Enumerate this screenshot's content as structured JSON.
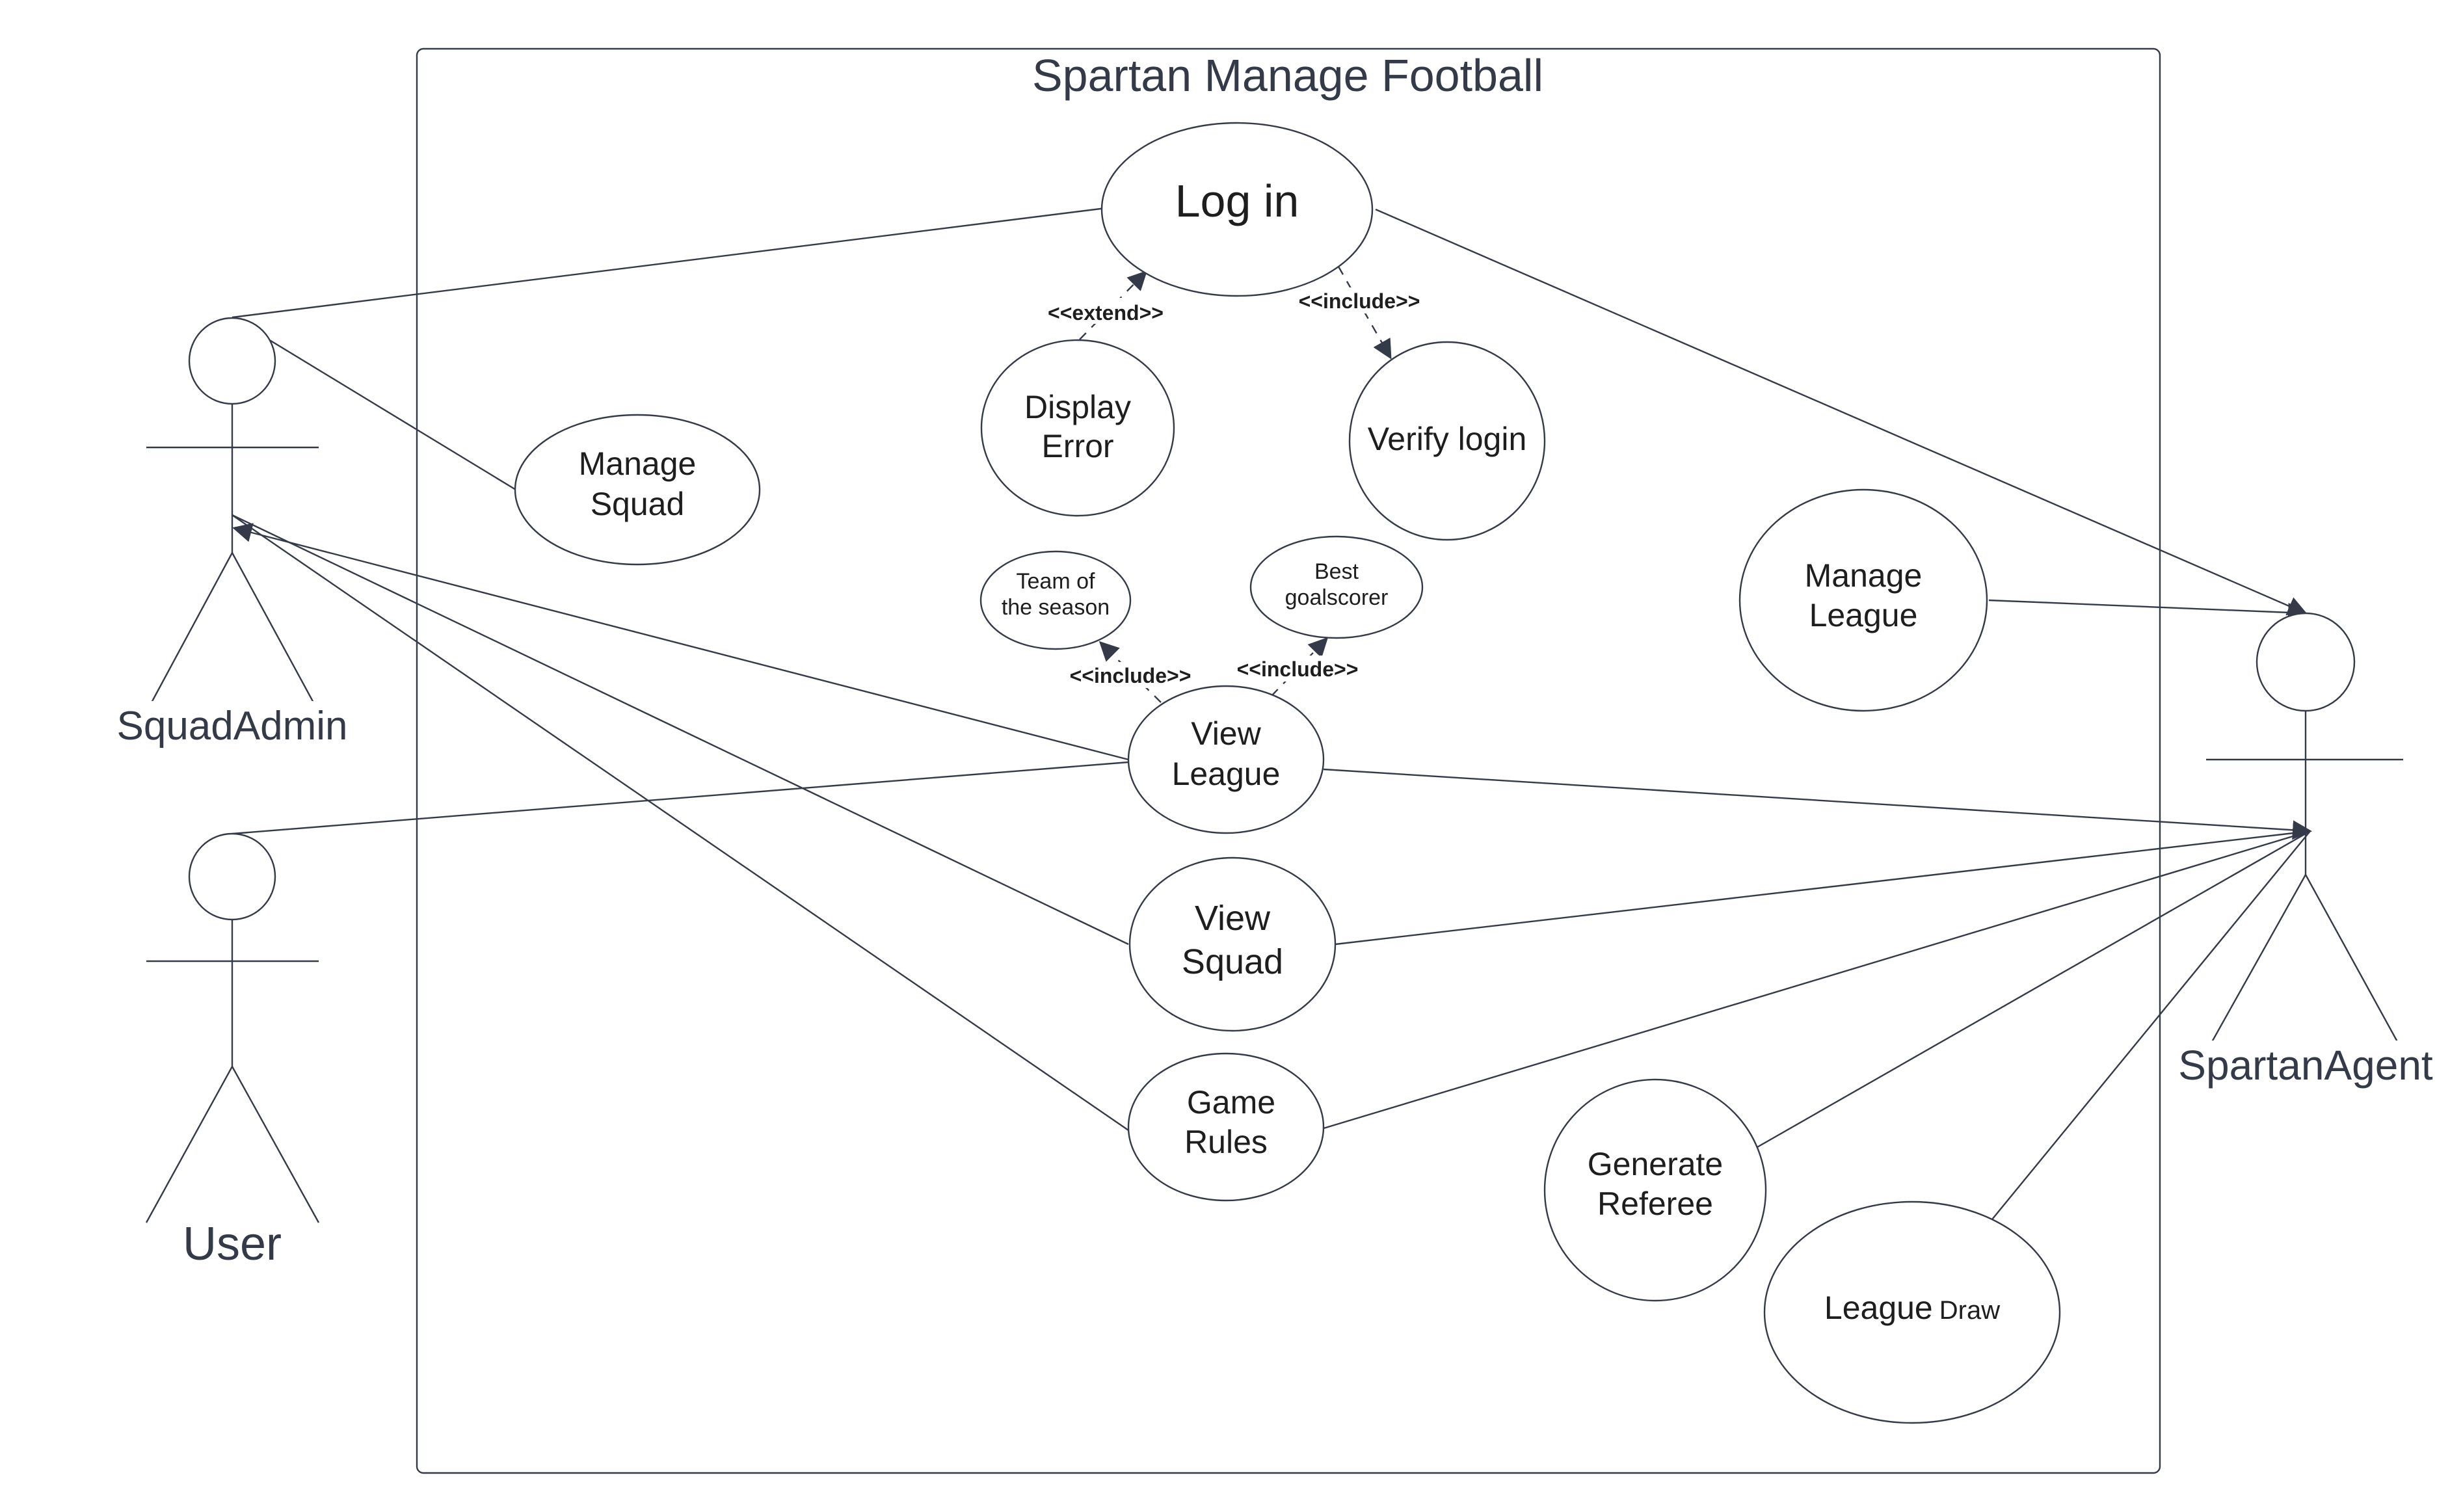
{
  "system": {
    "title": "Spartan Manage Football"
  },
  "actors": {
    "squad_admin": "SquadAdmin",
    "user": "User",
    "spartan_agent": "SpartanAgent"
  },
  "use_cases": {
    "log_in": "Log in",
    "display_error": [
      "Display",
      "Error"
    ],
    "verify_login": "Verify login",
    "manage_squad": [
      "Manage",
      "Squad"
    ],
    "manage_league": [
      "Manage",
      "League"
    ],
    "team_of_season": [
      "Team of",
      "the season"
    ],
    "best_goalscorer": [
      "Best",
      "goalscorer"
    ],
    "view_league": [
      "View",
      "League"
    ],
    "view_squad": [
      "View",
      "Squad"
    ],
    "game_rules": [
      "Game",
      "Rules"
    ],
    "generate_referee": [
      "Generate",
      "Referee"
    ],
    "league_draw": [
      "League",
      "Draw"
    ]
  },
  "stereotypes": {
    "extend": "<<extend>>",
    "include_login": "<<include>>",
    "include_team": "<<include>>",
    "include_scorer": "<<include>>"
  },
  "colors": {
    "stroke": "#343a48",
    "text": "#1e1e1e",
    "background": "#ffffff"
  }
}
